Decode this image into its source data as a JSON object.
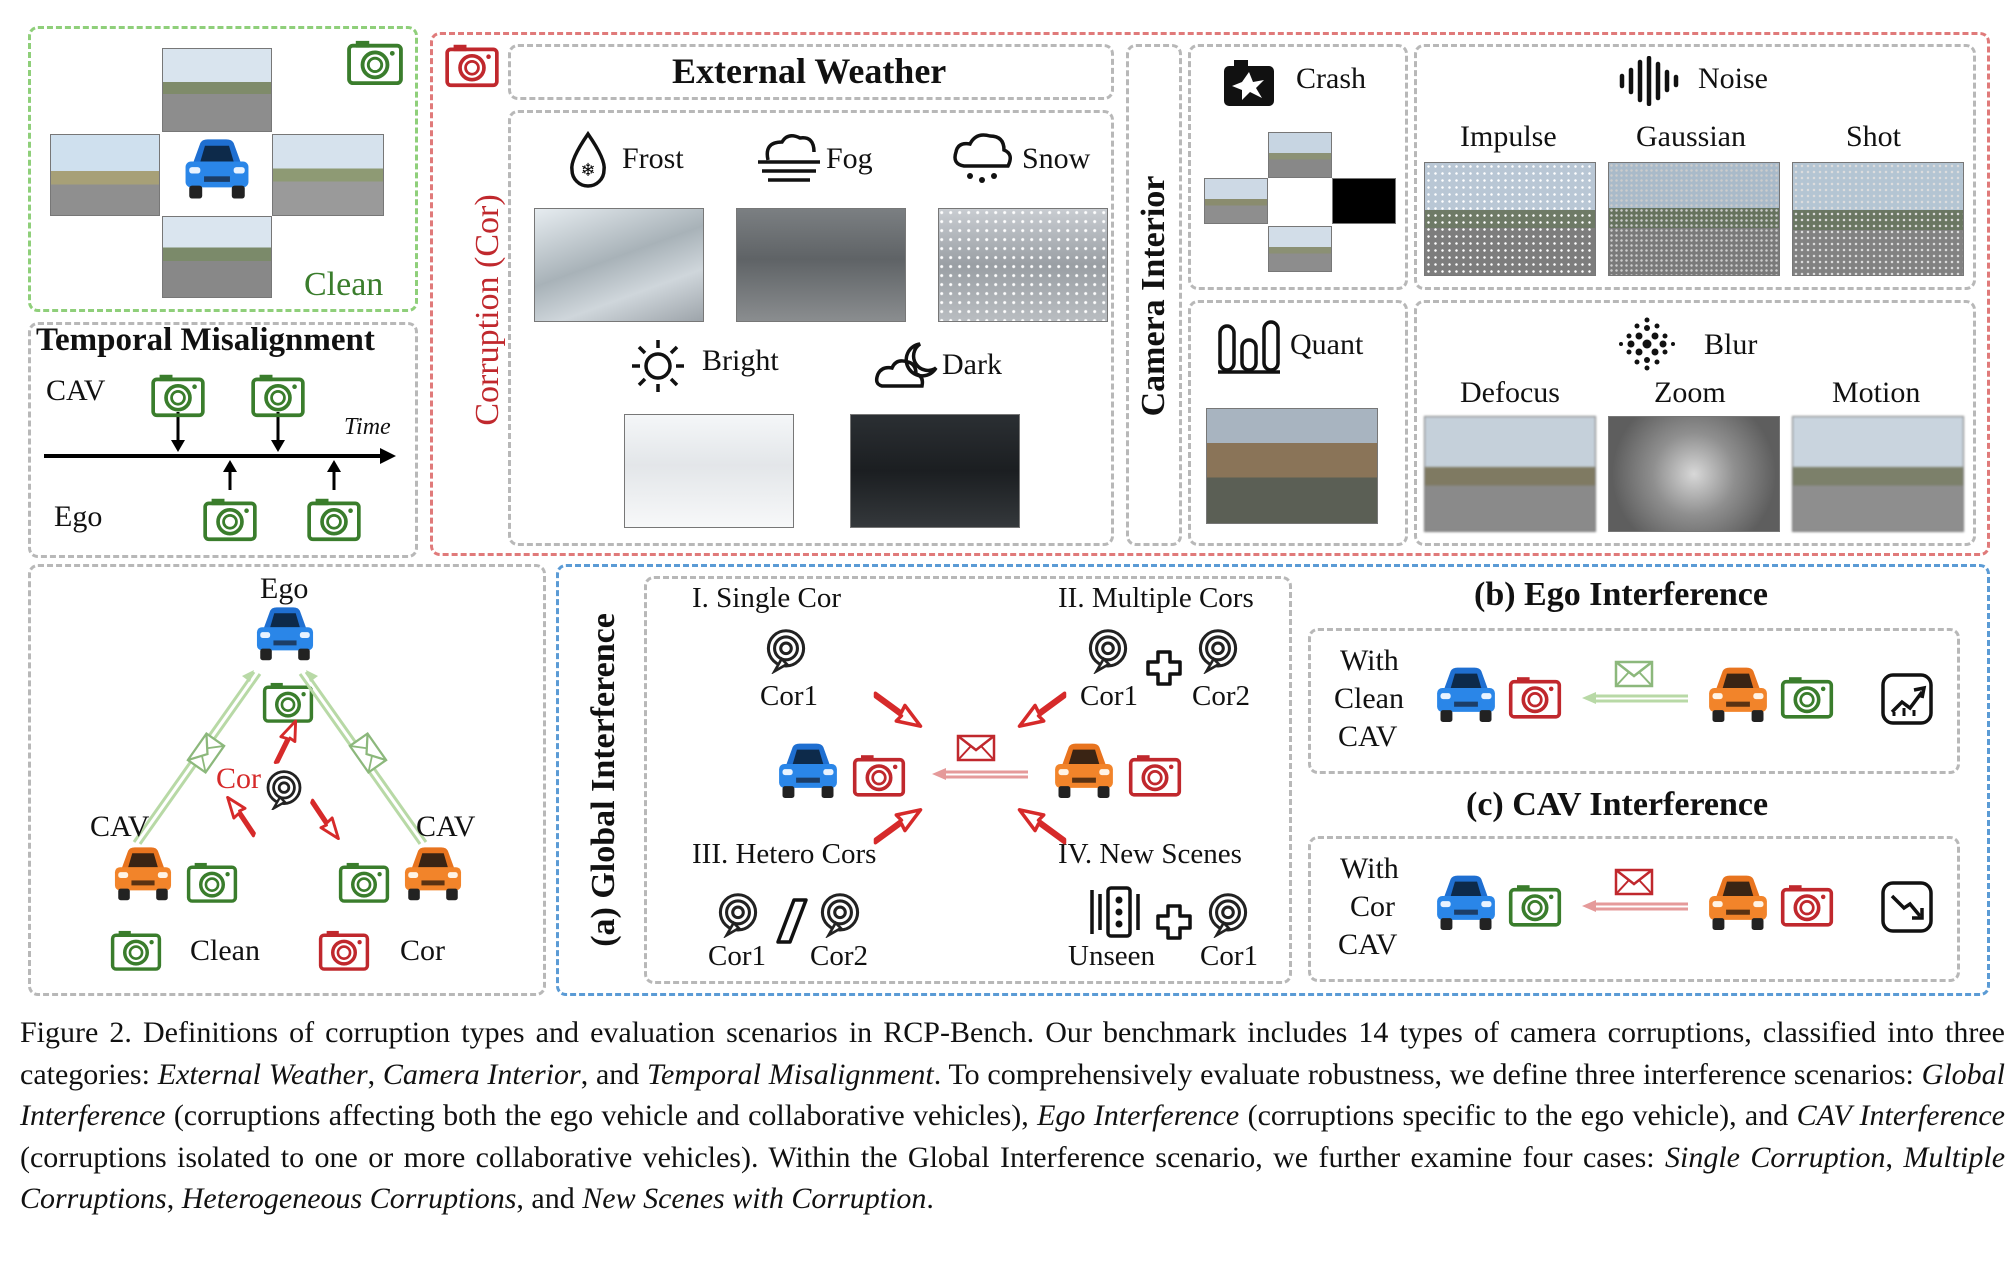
{
  "clean_panel": {
    "label": "Clean"
  },
  "temporal": {
    "title": "Temporal Misalignment",
    "cav": "CAV",
    "ego": "Ego",
    "time": "Time"
  },
  "corruption": {
    "vertical_label": "Corruption (Cor)",
    "external_title": "External Weather",
    "interior_title": "Camera Interior",
    "frost": "Frost",
    "fog": "Fog",
    "snow": "Snow",
    "bright": "Bright",
    "dark": "Dark",
    "crash": "Crash",
    "quant": "Quant",
    "noise": "Noise",
    "impulse": "Impulse",
    "gaussian": "Gaussian",
    "shot": "Shot",
    "blur": "Blur",
    "defocus": "Defocus",
    "zoom": "Zoom",
    "motion": "Motion"
  },
  "network": {
    "ego": "Ego",
    "cav_left": "CAV",
    "cav_right": "CAV",
    "cor": "Cor",
    "legend_clean": "Clean",
    "legend_cor": "Cor"
  },
  "global": {
    "title": "(a) Global Interference",
    "single": "I. Single Cor",
    "multiple": "II. Multiple Cors",
    "hetero": "III. Hetero Cors",
    "new_scenes": "IV. New Scenes",
    "cor1_a": "Cor1",
    "cor1_b": "Cor1",
    "cor2_b": "Cor2",
    "cor1_c": "Cor1",
    "cor2_c": "Cor2",
    "unseen": "Unseen",
    "cor1_d": "Cor1"
  },
  "ego_int": {
    "title": "(b) Ego Interference",
    "with": "With",
    "clean": "Clean",
    "cav": "CAV"
  },
  "cav_int": {
    "title": "(c) CAV Interference",
    "with": "With",
    "cor": "Cor",
    "cav": "CAV"
  },
  "caption": {
    "p1": "Figure 2. Definitions of corruption types and evaluation scenarios in RCP-Bench. Our benchmark includes 14 types of camera corruptions, classified into three categories: ",
    "i1": "External Weather",
    "p2": ", ",
    "i2": "Camera Interior",
    "p3": ", and ",
    "i3": "Temporal Misalignment",
    "p4": ". To comprehensively evaluate robustness, we define three interference scenarios: ",
    "i4": "Global Interference",
    "p5": " (corruptions affecting both the ego vehicle and collaborative vehicles), ",
    "i5": "Ego Interference",
    "p6": " (corruptions specific to the ego vehicle), and ",
    "i6": "CAV Interference",
    "p7": " (corruptions isolated to one or more collaborative vehicles). Within the Global Interference scenario, we further examine four cases: ",
    "i7": "Single Corruption",
    "p8": ", ",
    "i8": "Multiple Corruptions",
    "p9": ", ",
    "i9": "Heterogeneous Corruptions",
    "p10": ", and ",
    "i10": "New Scenes with Corruption",
    "p11": "."
  },
  "colors": {
    "green": "#3a7d2c",
    "red": "#c0282d",
    "blue_car": "#1f6fd1",
    "orange_car": "#e8741f"
  }
}
